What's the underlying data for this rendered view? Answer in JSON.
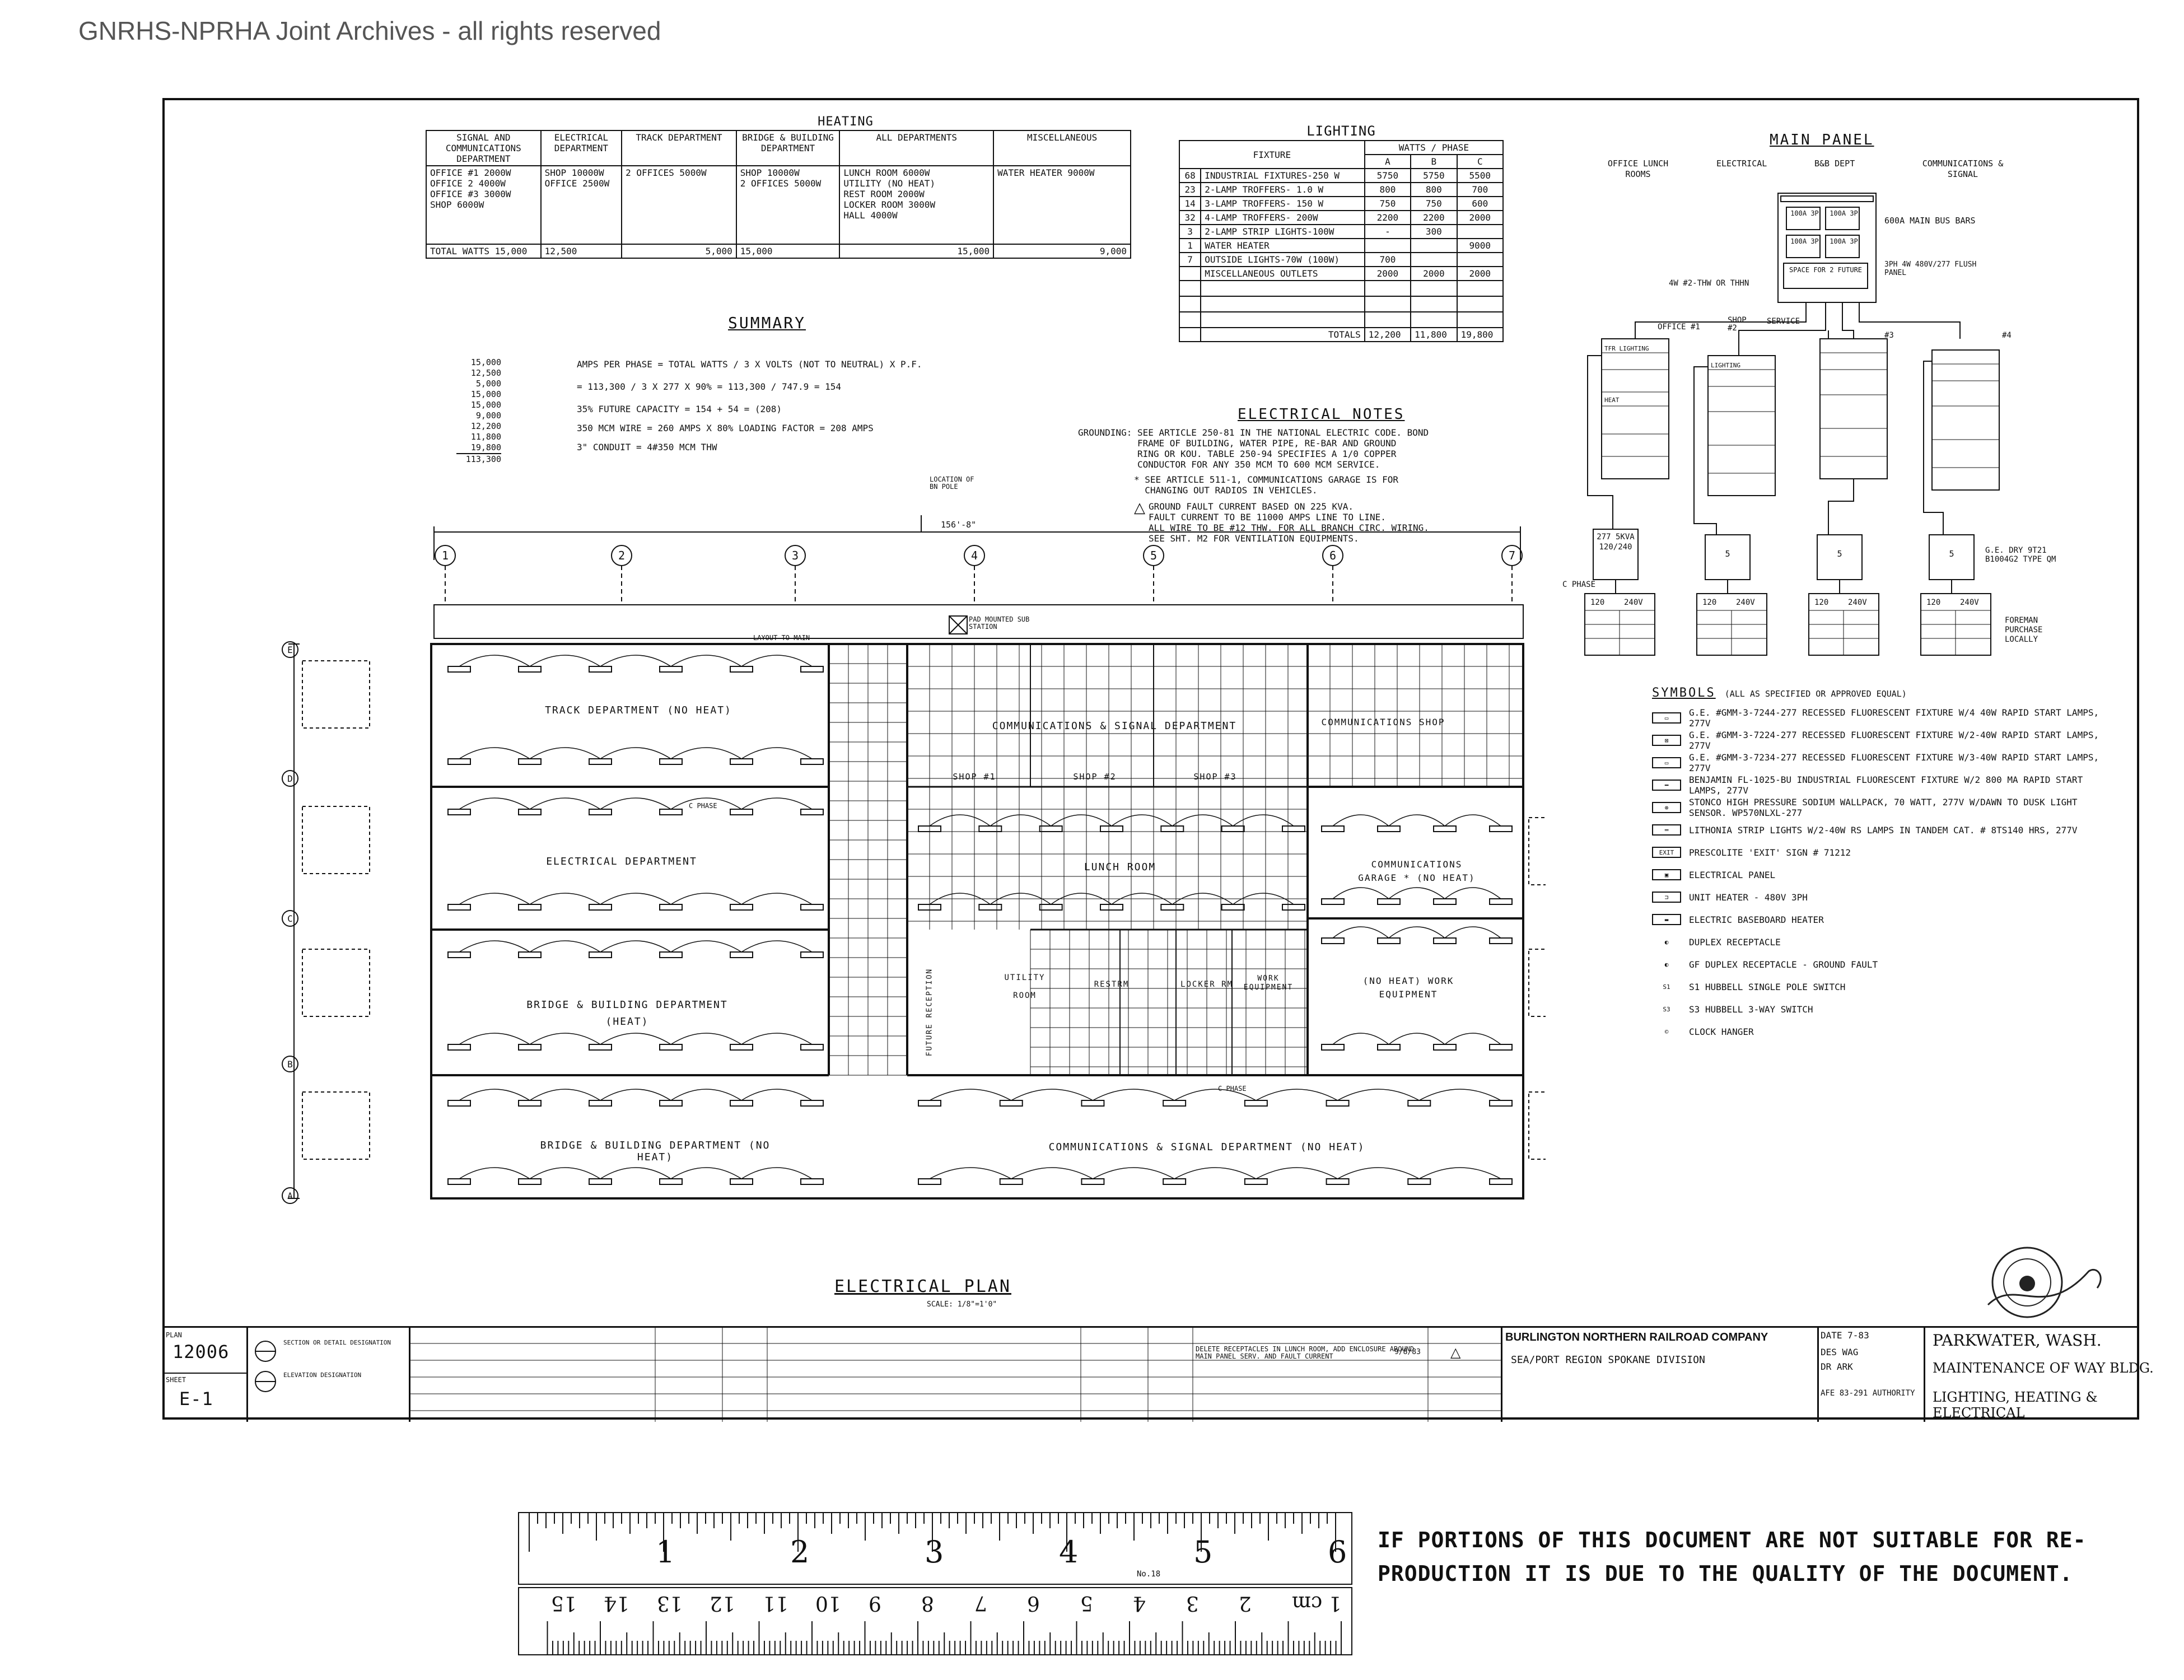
{
  "watermark": "GNRHS-NPRHA Joint Archives - all rights reserved",
  "heating": {
    "title": "HEATING",
    "headers": [
      "SIGNAL AND COMMUNICATIONS DEPARTMENT",
      "ELECTRICAL DEPARTMENT",
      "TRACK DEPARTMENT",
      "BRIDGE & BUILDING DEPARTMENT",
      "ALL DEPARTMENTS",
      "MISCELLANEOUS"
    ],
    "cells": [
      "OFFICE #1 2000W\nOFFICE 2 4000W\nOFFICE #3 3000W\nSHOP 6000W",
      "SHOP 10000W\nOFFICE 2500W",
      "2 OFFICES 5000W",
      "SHOP 10000W\n2 OFFICES 5000W",
      "LUNCH ROOM 6000W\nUTILITY (NO HEAT)\nREST ROOM 2000W\nLOCKER ROOM 3000W\nHALL 4000W",
      "WATER HEATER 9000W"
    ],
    "totals": [
      "TOTAL WATTS 15,000",
      "12,500",
      "5,000",
      "15,000",
      "15,000",
      "9,000"
    ]
  },
  "lighting": {
    "title": "LIGHTING",
    "fixture_header": "FIXTURE",
    "watts_header": "WATTS / PHASE",
    "phases": [
      "A",
      "B",
      "C"
    ],
    "rows": [
      {
        "qty": "68",
        "fixture": "INDUSTRIAL FIXTURES-250 W",
        "a": "5750",
        "b": "5750",
        "c": "5500"
      },
      {
        "qty": "23",
        "fixture": "2-LAMP TROFFERS- 1.0 W",
        "a": "800",
        "b": "800",
        "c": "700"
      },
      {
        "qty": "14",
        "fixture": "3-LAMP TROFFERS- 150 W",
        "a": "750",
        "b": "750",
        "c": "600"
      },
      {
        "qty": "32",
        "fixture": "4-LAMP TROFFERS- 200W",
        "a": "2200",
        "b": "2200",
        "c": "2000"
      },
      {
        "qty": "3",
        "fixture": "2-LAMP STRIP LIGHTS-100W",
        "a": "-",
        "b": "300",
        "c": ""
      },
      {
        "qty": "1",
        "fixture": "WATER HEATER",
        "a": "",
        "b": "",
        "c": "9000"
      },
      {
        "qty": "7",
        "fixture": "OUTSIDE LIGHTS-70W (100W)",
        "a": "700",
        "b": "",
        "c": ""
      },
      {
        "qty": "",
        "fixture": "MISCELLANEOUS OUTLETS",
        "a": "2000",
        "b": "2000",
        "c": "2000"
      }
    ],
    "totals_label": "TOTALS",
    "totals": [
      "12,200",
      "11,800",
      "19,800"
    ]
  },
  "summary": {
    "title": "SUMMARY",
    "column": [
      "15,000",
      "12,500",
      "5,000",
      "15,000",
      "15,000",
      "9,000",
      "12,200",
      "11,800",
      "19,800"
    ],
    "column_total": "113,300",
    "lines": [
      "AMPS PER PHASE = TOTAL WATTS / 3 X VOLTS (NOT TO NEUTRAL) X P.F.",
      "= 113,300 / 3 X 277 X 90% = 113,300 / 747.9 = 154",
      "35% FUTURE CAPACITY = 154 + 54 = (208)",
      "350 MCM WIRE = 260 AMPS X 80% LOADING FACTOR = 208 AMPS",
      "3\" CONDUIT = 4#350 MCM THW"
    ]
  },
  "electrical_notes": {
    "title": "ELECTRICAL NOTES",
    "grounding": "GROUNDING: SEE ARTICLE 250-81 IN THE NATIONAL ELECTRIC CODE. BOND\n           FRAME OF BUILDING, WATER PIPE, RE-BAR AND GROUND\n           RING OR KOU. TABLE 250-94 SPECIFIES A 1/0 COPPER\n           CONDUCTOR FOR ANY 350 MCM TO 600 MCM SERVICE.",
    "note2": "* SEE ARTICLE 511-1, COMMUNICATIONS GARAGE IS FOR\n  CHANGING OUT RADIOS IN VEHICLES.",
    "note3": "GROUND FAULT CURRENT BASED ON 225 KVA.\nFAULT CURRENT TO BE 11000 AMPS LINE TO LINE.\nALL WIRE TO BE #12 THW. FOR ALL BRANCH CIRC. WIRING.\nSEE SHT. M2 FOR VENTILATION EQUIPMENTS."
  },
  "main_panel": {
    "title": "MAIN PANEL",
    "labels": [
      "OFFICE LUNCH ROOMS",
      "ELECTRICAL",
      "B&B DEPT",
      "COMMUNICATIONS & SIGNAL"
    ],
    "bus": "600A MAIN BUS BARS",
    "breakers": [
      "100A 3P",
      "100A 3P",
      "100A 3P",
      "100A 3P"
    ],
    "space": "SPACE FOR 2 FUTURE",
    "panel_spec": "3PH 4W 480V/277 FLUSH PANEL",
    "feed": "4W #2-THW OR THHN",
    "subpanels": [
      "OFFICE #1",
      "SHOP #2",
      "SERVICE",
      "#3",
      "#4"
    ],
    "sub_labels": [
      "TFR LIGHTING",
      "LIGHTING",
      "HEAT"
    ],
    "transformers": [
      "277 5KVA 120/240",
      "5",
      "5",
      "5"
    ],
    "xfmr_note": "G.E. DRY 9T21 B1004G2 TYPE QM",
    "phase": "C PHASE",
    "v120": "120",
    "v240": "240V",
    "purchase": "FOREMAN PURCHASE LOCALLY"
  },
  "symbols": {
    "title": "SYMBOLS",
    "subtitle": "(ALL AS SPECIFIED OR APPROVED EQUAL)",
    "items": [
      "G.E. #GMM-3-7244-277 RECESSED FLUORESCENT FIXTURE W/4 40W RAPID START LAMPS, 277V",
      "G.E. #GMM-3-7224-277 RECESSED FLUORESCENT FIXTURE W/2-40W RAPID START LAMPS, 277V",
      "G.E. #GMM-3-7234-277 RECESSED FLUORESCENT FIXTURE W/3-40W RAPID START LAMPS, 277V",
      "BENJAMIN FL-1025-BU INDUSTRIAL FLUORESCENT FIXTURE W/2 800 MA RAPID START LAMPS, 277V",
      "STONCO HIGH PRESSURE SODIUM WALLPACK, 70 WATT, 277V W/DAWN TO DUSK LIGHT SENSOR. WP570NLXL-277",
      "LITHONIA STRIP LIGHTS W/2-40W RS LAMPS IN TANDEM CAT. # 8TS140 HRS, 277V",
      "PRESCOLITE 'EXIT' SIGN # 71212",
      "ELECTRICAL PANEL",
      "UNIT HEATER - 480V 3PH",
      "ELECTRIC BASEBOARD HEATER",
      "DUPLEX RECEPTACLE",
      "GF DUPLEX RECEPTACLE - GROUND FAULT",
      "S1 HUBBELL SINGLE POLE SWITCH",
      "S3 HUBBELL 3-WAY SWITCH",
      "CLOCK HANGER"
    ]
  },
  "plan": {
    "title": "ELECTRICAL PLAN",
    "scale": "SCALE: 1/8\"=1'0\"",
    "overall": "156'-8\"",
    "columns": [
      "1",
      "2",
      "3",
      "4",
      "5",
      "6",
      "7"
    ],
    "rows": [
      "A",
      "B",
      "C",
      "D",
      "E"
    ],
    "rooms": [
      "TRACK DEPARTMENT (NO HEAT)",
      "ELECTRICAL DEPARTMENT",
      "BRIDGE & BUILDING DEPARTMENT (HEAT)",
      "BRIDGE & BUILDING DEPARTMENT (NO HEAT)",
      "COMMUNICATIONS & SIGNAL DEPARTMENT",
      "COMMUNICATIONS SHOP",
      "SHOP #1",
      "SHOP #2",
      "SHOP #3",
      "LUNCH ROOM",
      "COMMUNICATIONS GARAGE * (NO HEAT)",
      "UTILITY ROOM",
      "RESTRM",
      "LOCKER RM",
      "WORK EQUIPMENT",
      "(NO HEAT) WORK EQUIPMENT",
      "COMMUNICATIONS & SIGNAL DEPARTMENT (NO HEAT)",
      "FUTURE RECEPTION"
    ],
    "callouts": [
      "PAD MOUNTED SUB STATION",
      "LOCATION OF BN POLE",
      "C PHASE",
      "LAYOUT TO MAIN"
    ]
  },
  "title_block": {
    "plan_label": "PLAN",
    "plan_no": "12006",
    "sheet_label": "SHEET",
    "sheet_no": "E-1",
    "legend": [
      "SECTION OR DETAIL DESIGNATION",
      "ELEVATION DESIGNATION"
    ],
    "revision": "DELETE RECEPTACLES IN LUNCH ROOM, ADD ENCLOSURE AROUND MAIN PANEL SERV. AND FAULT CURRENT",
    "revision_date": "9/8/83",
    "company": "BURLINGTON NORTHERN RAILROAD COMPANY",
    "region_line": "SEA/PORT REGION SPOKANE DIVISION",
    "date": "DATE 7-83",
    "des": "DES WAG",
    "dr": "DR ARK",
    "authority": "AFE 83-291 AUTHORITY",
    "location": "PARKWATER, WASH.",
    "project": "MAINTENANCE OF WAY BLDG.",
    "subject": "LIGHTING, HEATING & ELECTRICAL"
  },
  "ruler": {
    "inches": [
      "1",
      "2",
      "3",
      "4",
      "5",
      "6"
    ],
    "cm": [
      "1 cm",
      "2",
      "3",
      "4",
      "5",
      "6",
      "7",
      "8",
      "9",
      "10",
      "11",
      "12",
      "13",
      "14",
      "15"
    ],
    "maker": "No.18"
  },
  "notice": {
    "line1": "IF PORTIONS OF THIS DOCUMENT ARE NOT SUITABLE FOR RE-",
    "line2": "PRODUCTION IT IS DUE TO THE QUALITY OF THE DOCUMENT."
  }
}
